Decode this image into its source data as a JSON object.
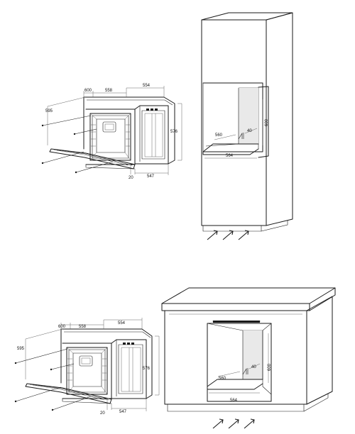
{
  "diagram_top": {
    "oven": {
      "w_outer": "595",
      "w_inner": "558",
      "w_front": "600",
      "depth": "554",
      "height": "576",
      "door_offset": "20",
      "depth_body": "547"
    },
    "cabinet": {
      "niche_depth": "560",
      "niche_width": "564",
      "vent_gap": "40",
      "niche_height": "600"
    }
  },
  "diagram_bottom": {
    "oven": {
      "w_outer": "595",
      "w_inner": "558",
      "w_front": "600",
      "depth": "554",
      "height": "576",
      "door_offset": "20",
      "depth_body": "547"
    },
    "cabinet": {
      "niche_depth": "560",
      "niche_width": "564",
      "vent_gap": "40",
      "niche_height": "600"
    }
  }
}
